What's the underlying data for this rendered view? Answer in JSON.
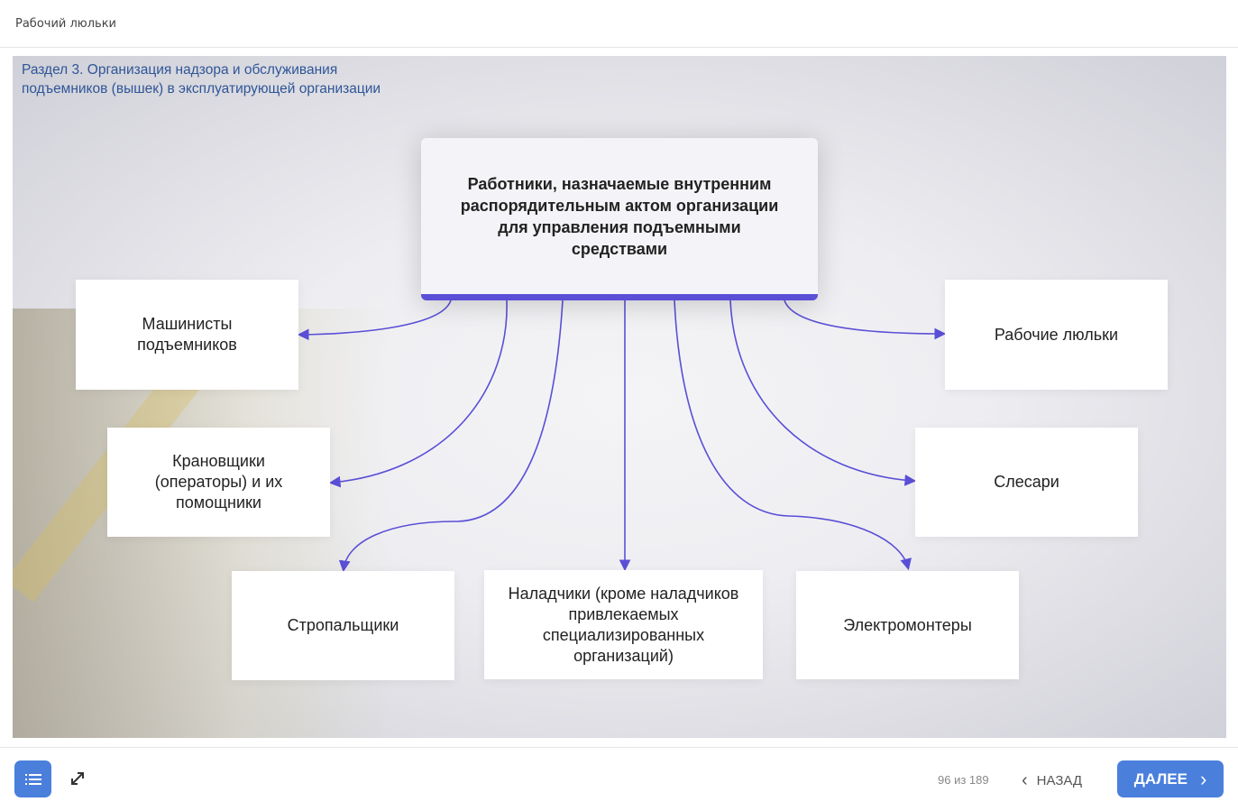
{
  "header": {
    "title": "Рабочий люльки"
  },
  "slide": {
    "section_title_line1": "Раздел 3. Организация надзора и обслуживания",
    "section_title_line2": "подъемников (вышек) в эксплуатирующей организации",
    "center": "Работники, назначаемые внутренним распорядительным актом организации для управления подъемными средствами",
    "boxes": [
      "Машинисты подъемников",
      "Крановщики (операторы) и их помощники",
      "Стропальщики",
      "Наладчики (кроме наладчиков привлекаемых специализированных организаций)",
      "Электромонтеры",
      "Слесари",
      "Рабочие люльки"
    ],
    "accent": "#5a4fd6"
  },
  "footer": {
    "counter": "96 из 189",
    "back": "НАЗАД",
    "next": "ДАЛЕЕ"
  }
}
